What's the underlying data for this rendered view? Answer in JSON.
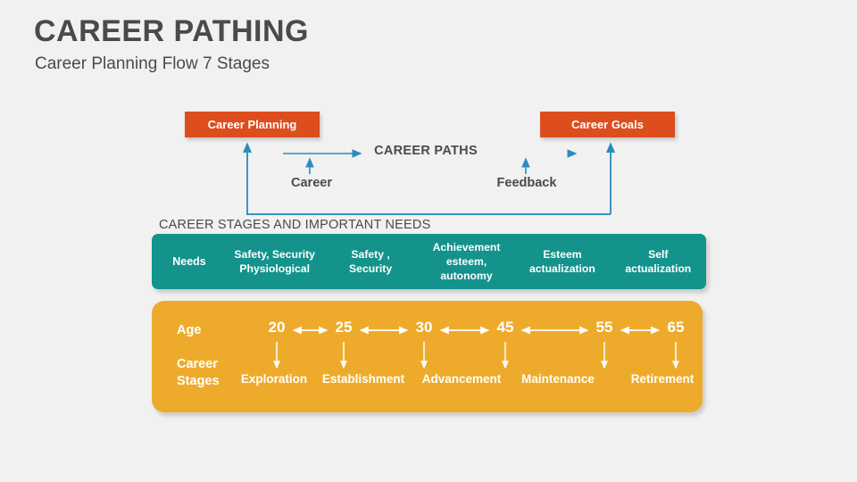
{
  "slide": {
    "title": "CAREER PATHING",
    "subtitle": "Career Planning Flow 7 Stages",
    "background_color": "#F1F1F1"
  },
  "colors": {
    "orange_box": "#DC4E1E",
    "teal_band": "#13938B",
    "amber_band": "#EEAB2B",
    "connector_blue": "#2B8CBE",
    "text_dark": "#4A4A4A",
    "text_light": "#FFFFFF"
  },
  "flow": {
    "left_box_label": "Career Planning",
    "right_box_label": "Career Goals",
    "center_label": "CAREER PATHS",
    "left_sub_label": "Career",
    "right_sub_label": "Feedback"
  },
  "section_heading": "CAREER STAGES AND IMPORTANT NEEDS",
  "needs_band": {
    "row_label": "Needs",
    "cells": [
      "Safety, Security\nPhysiological",
      "Safety ,\nSecurity",
      "Achievement\nesteem, autonomy",
      "Esteem\nactualization",
      "Self\nactualization"
    ]
  },
  "stages_band": {
    "age_label": "Age",
    "stages_label": "Career\nStages",
    "ages": [
      "20",
      "25",
      "30",
      "45",
      "55",
      "65"
    ],
    "stages": [
      "Exploration",
      "Establishment",
      "Advancement",
      "Maintenance",
      "Retirement"
    ]
  }
}
